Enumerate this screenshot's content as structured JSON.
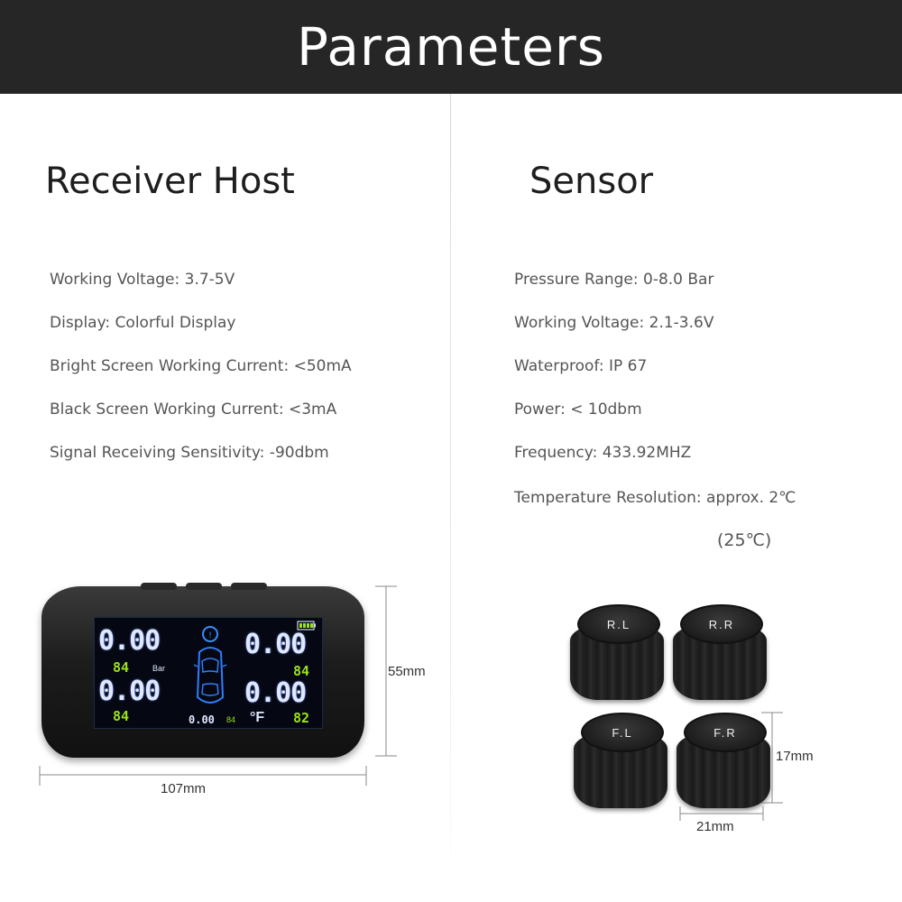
{
  "header": {
    "title": "Parameters"
  },
  "receiver": {
    "title": "Receiver Host",
    "specs": [
      "Working Voltage: 3.7-5V",
      "Display:  Colorful Display",
      "Bright Screen Working Current: <50mA",
      "Black Screen Working Current: <3mA",
      "Signal Receiving Sensitivity: -90dbm"
    ],
    "display": {
      "fl_pressure": "0.00",
      "fr_pressure": "0.00",
      "rl_pressure": "0.00",
      "rr_pressure": "0.00",
      "fl_temp": "84",
      "fr_temp": "84",
      "rl_temp": "84",
      "rr_temp": "82",
      "pressure_unit": "Bar",
      "center_value": "0.00",
      "center_small": "84",
      "temp_unit": "°F"
    },
    "width_label": "107mm",
    "height_label": "55mm"
  },
  "sensor": {
    "title": "Sensor",
    "specs": [
      "Pressure Range: 0-8.0 Bar",
      "Working Voltage: 2.1-3.6V",
      "Waterproof: IP 67",
      "Power: < 10dbm",
      "Frequency: 433.92MHZ",
      "Temperature Resolution: approx. 2℃"
    ],
    "spec_note": "(25℃)",
    "labels": [
      "R.L",
      "R.R",
      "F.L",
      "F.R"
    ],
    "height_label": "17mm",
    "width_label": "21mm"
  }
}
